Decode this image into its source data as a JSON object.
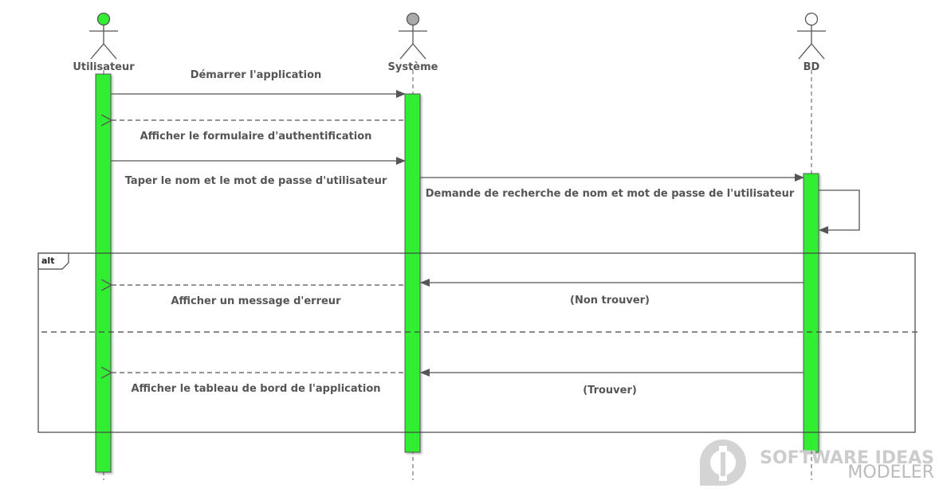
{
  "actors": [
    {
      "id": "utilisateur",
      "label": "Utilisateur",
      "head_color": "#33ee33"
    },
    {
      "id": "systeme",
      "label": "Système",
      "head_color": "#aaaaaa"
    },
    {
      "id": "bd",
      "label": "BD",
      "head_color": "#ffffff"
    }
  ],
  "messages": [
    {
      "label": "Démarrer l'application",
      "from": "utilisateur",
      "to": "systeme",
      "style": "sync"
    },
    {
      "label": "Afficher le formulaire d'authentification",
      "from": "systeme",
      "to": "utilisateur",
      "style": "reply"
    },
    {
      "label": "Taper le nom et le mot de passe d'utilisateur",
      "from": "utilisateur",
      "to": "systeme",
      "style": "sync"
    },
    {
      "label": "Demande de recherche de nom et mot de passe de l'utilisateur",
      "from": "systeme",
      "to": "bd",
      "style": "sync"
    },
    {
      "label": "",
      "from": "bd",
      "to": "bd",
      "style": "self"
    },
    {
      "label": "(Non trouver)",
      "from": "bd",
      "to": "systeme",
      "style": "sync"
    },
    {
      "label": "Afficher un message d'erreur",
      "from": "systeme",
      "to": "utilisateur",
      "style": "reply"
    },
    {
      "label": "(Trouver)",
      "from": "bd",
      "to": "systeme",
      "style": "sync"
    },
    {
      "label": "Afficher le tableau de bord de l'application",
      "from": "systeme",
      "to": "utilisateur",
      "style": "reply"
    }
  ],
  "fragment": {
    "operator": "alt"
  },
  "colors": {
    "activation": "#33ee33",
    "line": "#555555",
    "frame": "#444444"
  },
  "watermark": {
    "line1": "SOFTWARE IDEAS",
    "line2": "MODELER",
    "icon": "software-ideas-logo-icon"
  }
}
